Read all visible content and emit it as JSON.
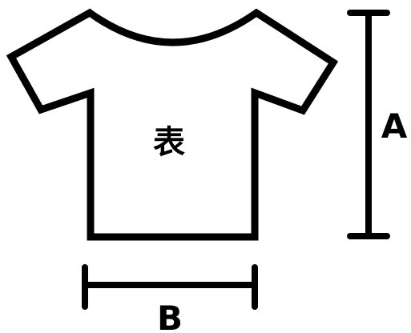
{
  "diagram": {
    "title": "",
    "garment_label": "表",
    "dimension_a_label": "A",
    "dimension_b_label": "B"
  },
  "colors": {
    "stroke": "#000000",
    "background": "#ffffff"
  }
}
